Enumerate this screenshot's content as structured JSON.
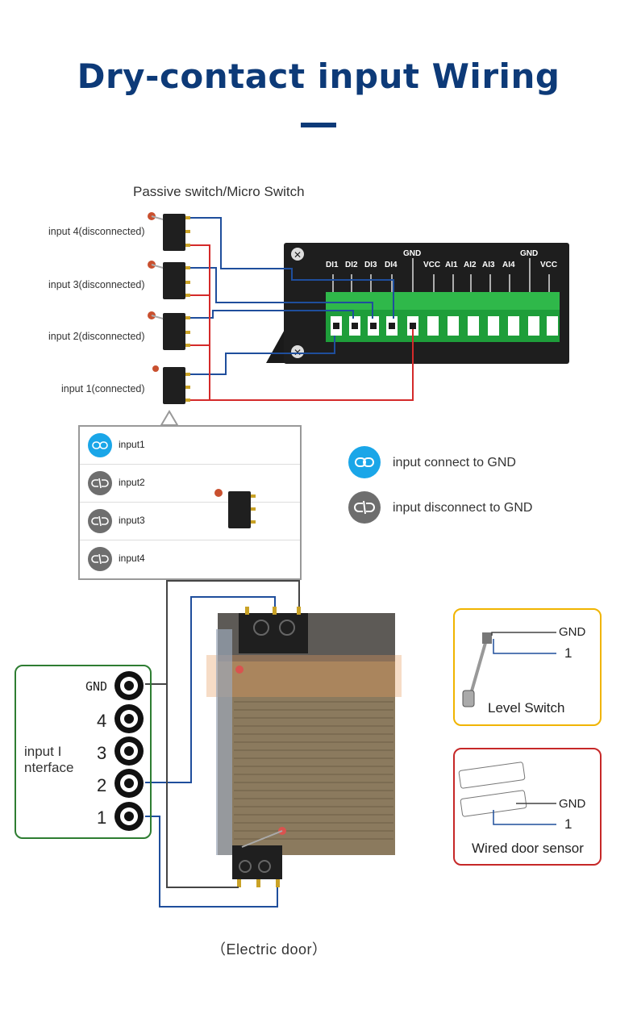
{
  "title": "Dry-contact input Wiring",
  "subtitle": "Passive switch/Micro Switch",
  "switch_inputs": [
    {
      "label": "input 4(disconnected)"
    },
    {
      "label": "input 3(disconnected)"
    },
    {
      "label": "input 2(disconnected)"
    },
    {
      "label": "input 1(connected)"
    }
  ],
  "terminal": {
    "gnd_left": "GND",
    "gnd_right": "GND",
    "pins": [
      "DI1",
      "DI2",
      "DI3",
      "DI4",
      "VCC",
      "AI1",
      "AI2",
      "AI3",
      "AI4",
      "VCC"
    ]
  },
  "popup_items": [
    {
      "label": "input1",
      "state": "connected"
    },
    {
      "label": "input2",
      "state": "disconnected"
    },
    {
      "label": "input3",
      "state": "disconnected"
    },
    {
      "label": "input4",
      "state": "disconnected"
    }
  ],
  "legend": {
    "connected": "input connect to GND",
    "disconnected": "input disconnect to GND"
  },
  "interface": {
    "label_line1": "input I",
    "label_line2": "nterface",
    "gnd": "GND",
    "numbers": [
      "4",
      "3",
      "2",
      "1"
    ]
  },
  "level_switch": {
    "gnd": "GND",
    "one": "1",
    "label": "Level Switch"
  },
  "door_sensor": {
    "gnd": "GND",
    "one": "1",
    "label": "Wired door sensor"
  },
  "caption": "（Electric door）",
  "colors": {
    "title": "#0d3a78",
    "wire_blue": "#1f4e9c",
    "wire_red": "#d42a2a",
    "terminal_green": "#28a745",
    "icon_blue": "#1aa6e8",
    "icon_gray": "#6e6e6e"
  }
}
